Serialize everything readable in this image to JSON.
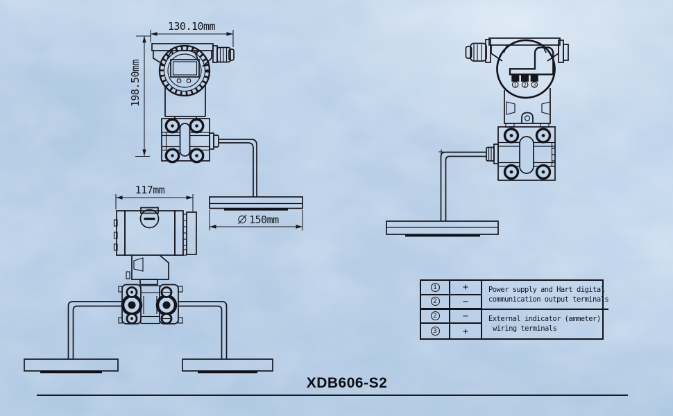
{
  "sheet": {
    "model": "XDB606-S2"
  },
  "front_view": {
    "width_label": "130.10mm",
    "height_label": "198.50mm",
    "flange": {
      "diameter_symbol": "⌀",
      "diameter_label": "150mm"
    }
  },
  "side_view": {
    "width_label": "117mm"
  },
  "rear_view": {
    "terminal_1": "1",
    "terminal_2": "2",
    "terminal_3": "3"
  },
  "terminal_table": {
    "rows": [
      {
        "no": "1",
        "polarity": "+"
      },
      {
        "no": "2",
        "polarity": "−"
      },
      {
        "no": "2",
        "polarity": "−"
      },
      {
        "no": "3",
        "polarity": "+"
      }
    ],
    "groups": [
      {
        "line1": "Power supply and Hart digital",
        "line2": "communication output terminals"
      },
      {
        "line1": "External indicator (ammeter)",
        "line2": "wiring terminals"
      }
    ]
  }
}
